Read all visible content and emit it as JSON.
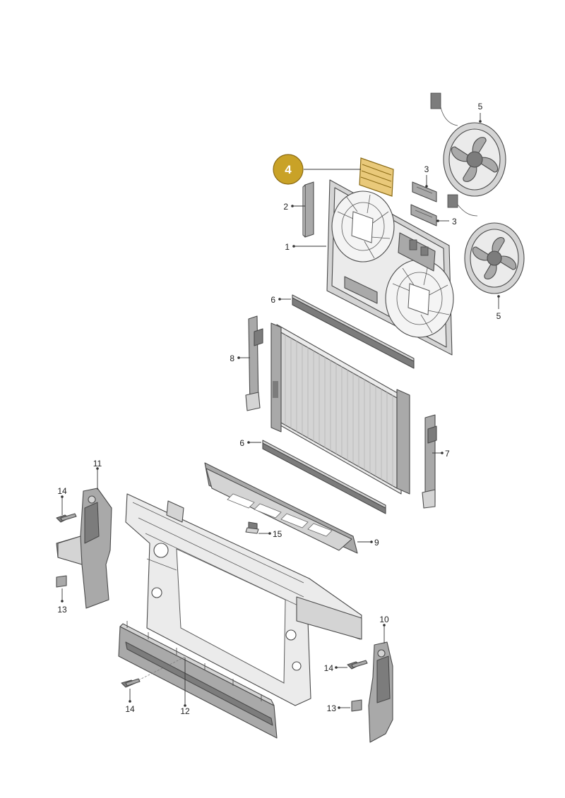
{
  "highlight": {
    "label": "4",
    "color": "#c9a227"
  },
  "callouts": [
    "1",
    "2",
    "3",
    "3",
    "5",
    "5",
    "6",
    "6",
    "7",
    "8",
    "9",
    "10",
    "11",
    "12",
    "13",
    "13",
    "14",
    "14",
    "14",
    "15"
  ],
  "colors": {
    "part_dark": "#7c7c7c",
    "part_mid": "#a9a9a9",
    "part_light": "#d4d4d4",
    "outline": "#4a4a4a"
  }
}
